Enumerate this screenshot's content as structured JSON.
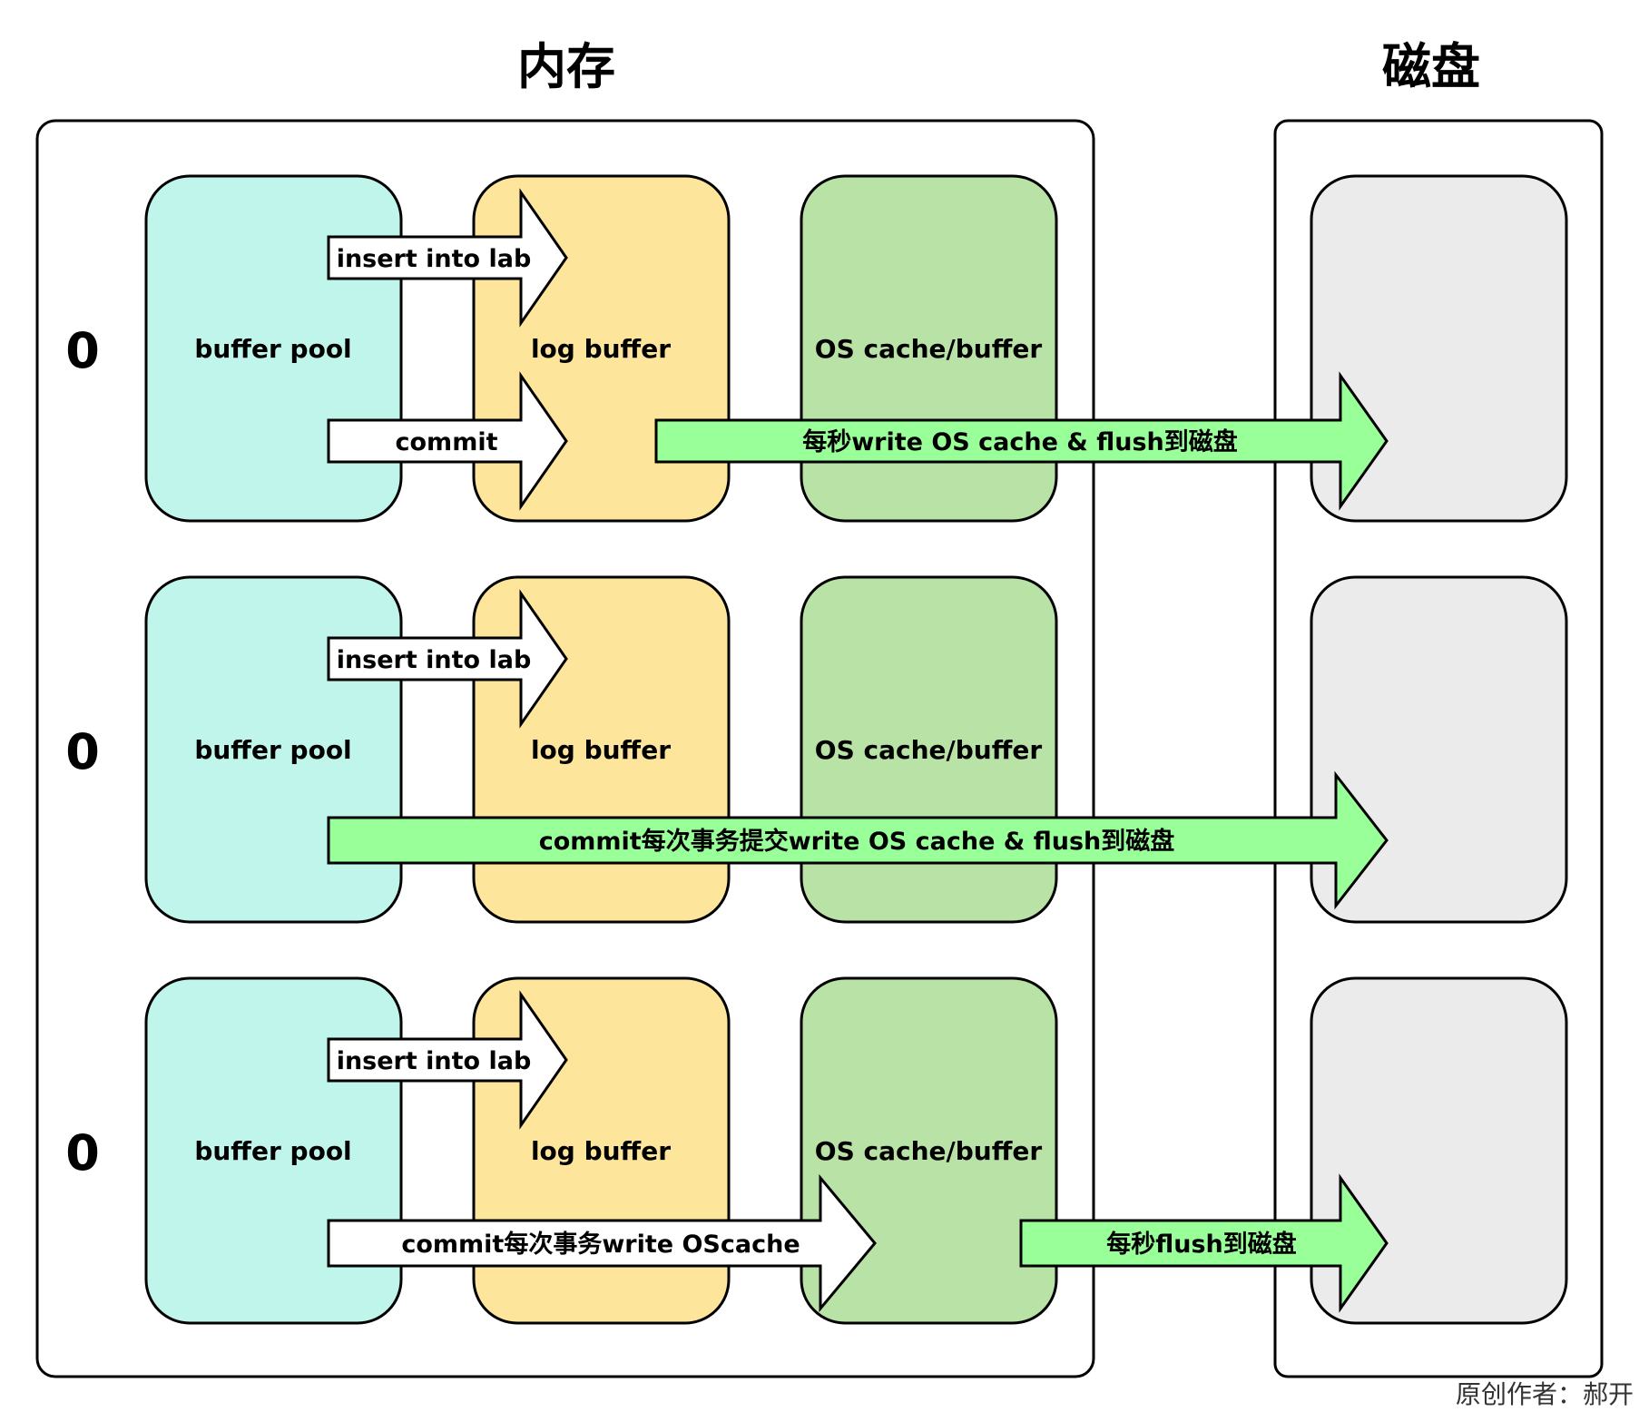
{
  "headings": {
    "memory": "内存",
    "disk": "磁盘"
  },
  "rows": [
    {
      "level": "0",
      "buffer_pool": "buffer pool",
      "log_buffer": "log buffer",
      "os_cache": "OS cache/buffer",
      "arrow_insert": "insert into lab",
      "arrow_commit": "commit",
      "arrow_flush": "每秒write OS cache & flush到磁盘"
    },
    {
      "level": "0",
      "buffer_pool": "buffer pool",
      "log_buffer": "log buffer",
      "os_cache": "OS cache/buffer",
      "arrow_insert": "insert into lab",
      "arrow_flush": "commit每次事务提交write OS cache & flush到磁盘"
    },
    {
      "level": "0",
      "buffer_pool": "buffer pool",
      "log_buffer": "log buffer",
      "os_cache": "OS cache/buffer",
      "arrow_insert": "insert into lab",
      "arrow_commit": "commit每次事务write OScache",
      "arrow_flush": "每秒flush到磁盘"
    }
  ],
  "colors": {
    "buffer_pool": "#bff5ea",
    "log_buffer": "#fde59b",
    "os_cache": "#b9e2a6",
    "disk": "#ebebeb",
    "arrow_white": "#ffffff",
    "arrow_green": "#99ff99",
    "stroke": "#000000"
  },
  "credit": "原创作者：郝开"
}
